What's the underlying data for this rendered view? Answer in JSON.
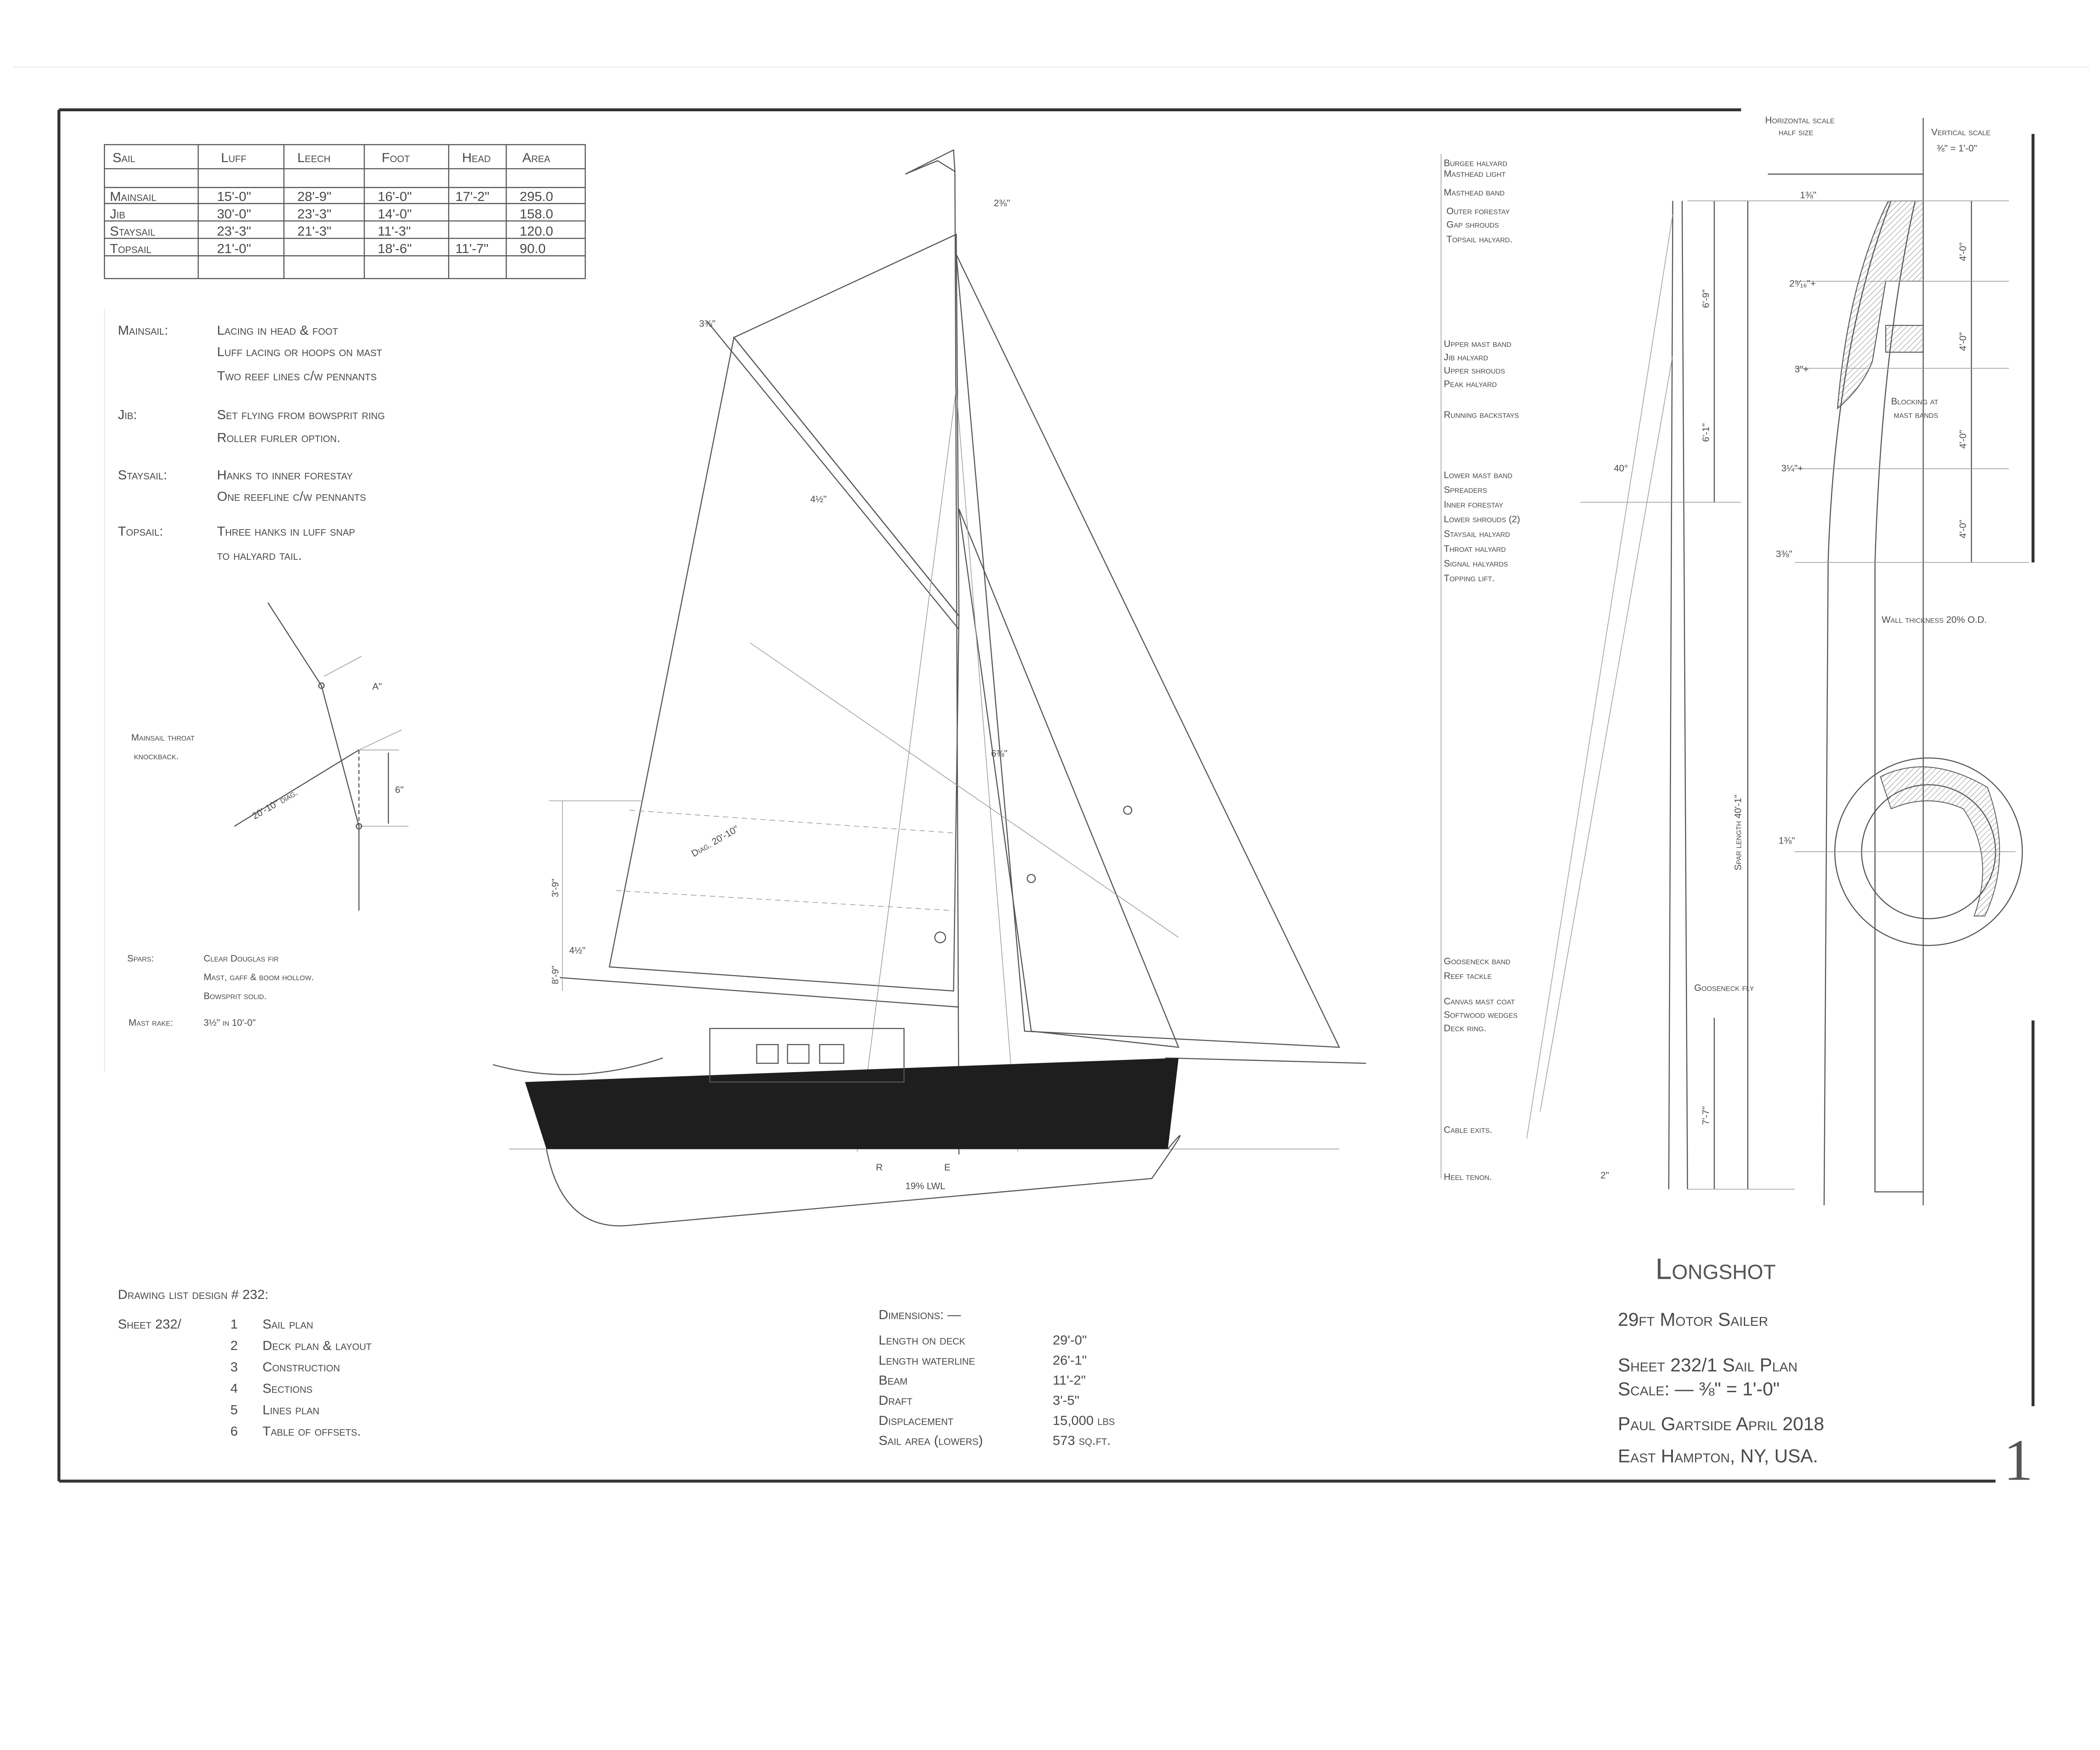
{
  "sail_table": {
    "headers": [
      "Sail",
      "Luff",
      "Leech",
      "Foot",
      "Head",
      "Area"
    ],
    "rows": [
      [
        "Mainsail",
        "15'-0\"",
        "28'-9\"",
        "16'-0\"",
        "17'-2\"",
        "295.0"
      ],
      [
        "Jib",
        "30'-0\"",
        "23'-3\"",
        "14'-0\"",
        "",
        "158.0"
      ],
      [
        "Staysail",
        "23'-3\"",
        "21'-3\"",
        "11'-3\"",
        "",
        "120.0"
      ],
      [
        "Topsail",
        "21'-0\"",
        "",
        "18'-6\"",
        "11'-7\"",
        "90.0"
      ]
    ]
  },
  "sail_notes": [
    {
      "label": "Mainsail:",
      "lines": [
        "Lacing in head & foot",
        "Luff lacing or hoops on mast",
        "Two reef lines c/w pennants"
      ]
    },
    {
      "label": "Jib:",
      "lines": [
        "Set flying from bowsprit ring",
        "Roller furler option."
      ]
    },
    {
      "label": "Staysail:",
      "lines": [
        "Hanks to inner forestay",
        "One reefline c/w pennants"
      ]
    },
    {
      "label": "Topsail:",
      "lines": [
        "Three hanks in luff snap",
        "to halyard tail."
      ]
    }
  ],
  "knockback": {
    "label_1": "Mainsail throat",
    "label_2": "knockback.",
    "dim_a": "A\"",
    "dim_6": "6\"",
    "diag": "20'-10\" diag."
  },
  "spars": {
    "label": "Spars:",
    "lines": [
      "Clear Douglas fir",
      "Mast, gaff & boom hollow.",
      "Bowsprit solid."
    ],
    "rake_label": "Mast rake:",
    "rake_value": "3½\" in 10'-0\""
  },
  "drawing_list": {
    "title": "Drawing list design # 232:",
    "sheet_prefix": "Sheet 232/",
    "items": [
      {
        "num": "1",
        "name": "Sail plan"
      },
      {
        "num": "2",
        "name": "Deck plan & layout"
      },
      {
        "num": "3",
        "name": "Construction"
      },
      {
        "num": "4",
        "name": "Sections"
      },
      {
        "num": "5",
        "name": "Lines plan"
      },
      {
        "num": "6",
        "name": "Table of offsets."
      }
    ]
  },
  "dimensions": {
    "title": "Dimensions: —",
    "rows": [
      [
        "Length on deck",
        "29'-0\""
      ],
      [
        "Length waterline",
        "26'-1\""
      ],
      [
        "Beam",
        "11'-2\""
      ],
      [
        "Draft",
        "3'-5\""
      ],
      [
        "Displacement",
        "15,000 lbs"
      ],
      [
        "Sail area (lowers)",
        "573 sq.ft."
      ]
    ]
  },
  "sail_plan_labels": {
    "masthead_dim": "2⅜\"",
    "gaff_dim": "3⅜\"",
    "gaff_mid": "4½\"",
    "mast_dim": "6⅜\"",
    "boom_dim": "4½\"",
    "height_1": "3'-9\"",
    "height_2": "8'-9\"",
    "diag": "Diag. 20'-10\"",
    "lwl": "19% LWL",
    "mark_r": "R",
    "mark_e": "E"
  },
  "rigging_labels": {
    "top": [
      "Burgee halyard",
      "Masthead light",
      "Masthead band",
      "Outer forestay",
      "Gap shrouds",
      "Topsail halyard."
    ],
    "upper": [
      "Upper mast band",
      "Jib halyard",
      "Upper shrouds",
      "Peak halyard"
    ],
    "running": "Running backstays",
    "lower": [
      "Lower mast band",
      "Spreaders",
      "Inner forestay",
      "Lower shrouds (2)",
      "Staysail halyard",
      "Throat halyard",
      "Signal halyards",
      "Topping lift."
    ],
    "gooseneck": [
      "Gooseneck band",
      "Reef tackle"
    ],
    "deck": [
      "Canvas mast coat",
      "Softwood wedges",
      "Deck ring."
    ],
    "cable": "Cable exits.",
    "heel": "Heel tenon."
  },
  "mast_dims": {
    "top": "6'-9\"",
    "mid": "6'-1\"",
    "spar_length": "Spar length 40'-1\"",
    "bottom": "7'-7\"",
    "heel": "2\"",
    "gooseneck": "Gooseneck fly",
    "angle": "40°"
  },
  "section": {
    "horizontal_scale_1": "Horizontal scale",
    "horizontal_scale_2": "half size",
    "vertical_scale_1": "Vertical scale",
    "vertical_scale_2": "⅜\" = 1'-0\"",
    "dims": [
      "1⅜\"",
      "2⁹⁄₁₆\"+",
      "3\"+",
      "3¼\"+",
      "3⅜\"",
      "1⅜\""
    ],
    "spacing": "4'-0\"",
    "blocking_1": "Blocking at",
    "blocking_2": "mast bands",
    "wall": "Wall thickness 20% O.D."
  },
  "title_block": {
    "name": "Longshot",
    "type": "29ft Motor Sailer",
    "sheet": "Sheet 232/1 Sail Plan",
    "scale": "Scale: — ⅜\" = 1'-0\"",
    "designer": "Paul Gartside   April 2018",
    "location": "East Hampton, NY, USA.",
    "sheet_number": "1"
  }
}
